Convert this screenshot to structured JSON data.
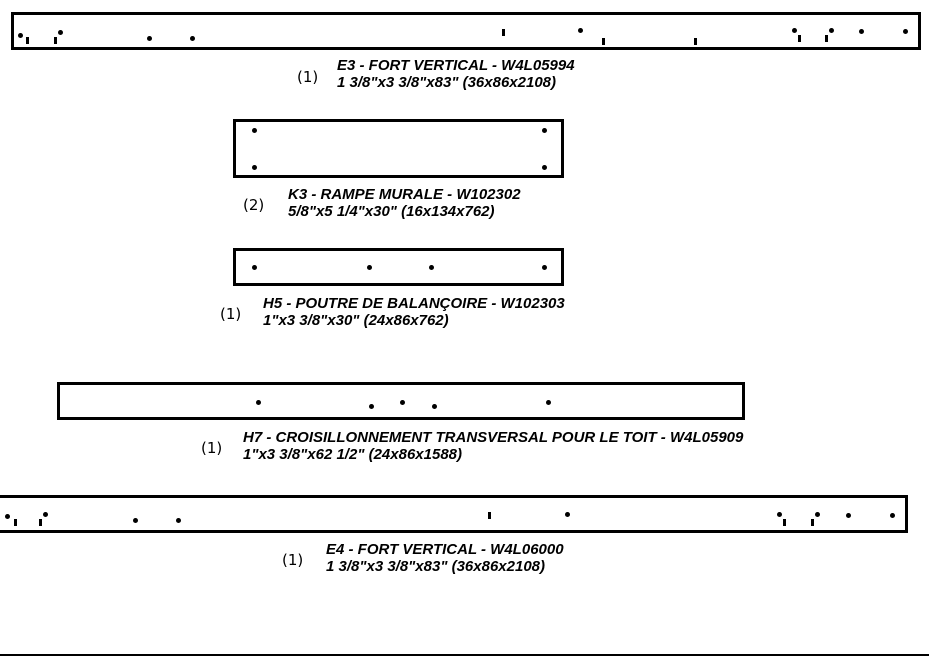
{
  "parts": [
    {
      "qty": "(1)",
      "title": "E3 - FORT VERTICAL  - W4L05994",
      "dims": "1 3/8\"x3 3/8\"x83\" (36x86x2108)"
    },
    {
      "qty": "(2)",
      "title": "K3 - RAMPE MURALE  - W102302",
      "dims": "5/8\"x5 1/4\"x30\" (16x134x762)"
    },
    {
      "qty": "(1)",
      "title": "H5 - POUTRE DE BALANÇOIRE  - W102303",
      "dims": "1\"x3 3/8\"x30\" (24x86x762)"
    },
    {
      "qty": "(1)",
      "title": "H7 - CROISILLONNEMENT TRANSVERSAL POUR LE TOIT - W4L05909",
      "dims": "1\"x3 3/8\"x62 1/2\" (24x86x1588)"
    },
    {
      "qty": "(1)",
      "title": "E4 - FORT VERTICAL  - W4L06000",
      "dims": "1 3/8\"x3 3/8\"x83\" (36x86x2108)"
    }
  ]
}
